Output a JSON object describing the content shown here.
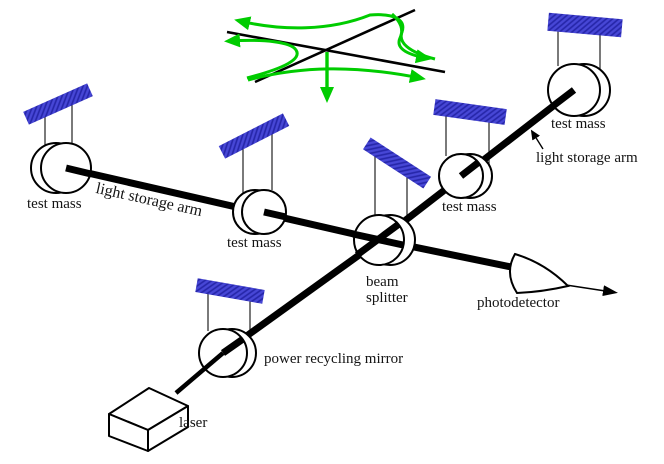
{
  "diagram": {
    "labels": {
      "test_mass_left": "test mass",
      "arm_left": "light storage arm",
      "test_mass_inner_left": "test mass",
      "beam_splitter_line1": "beam",
      "beam_splitter_line2": "splitter",
      "test_mass_inner_right": "test mass",
      "test_mass_top_right": "test mass",
      "arm_right": "light storage arm",
      "photodetector": "photodetector",
      "power_recycling_mirror": "power recycling mirror",
      "laser": "laser"
    },
    "colors": {
      "wave_green": "#00cc00",
      "suspension_blue": "#4747d6",
      "suspension_blue_dark": "#2525a8",
      "beam_black": "#000000"
    }
  }
}
